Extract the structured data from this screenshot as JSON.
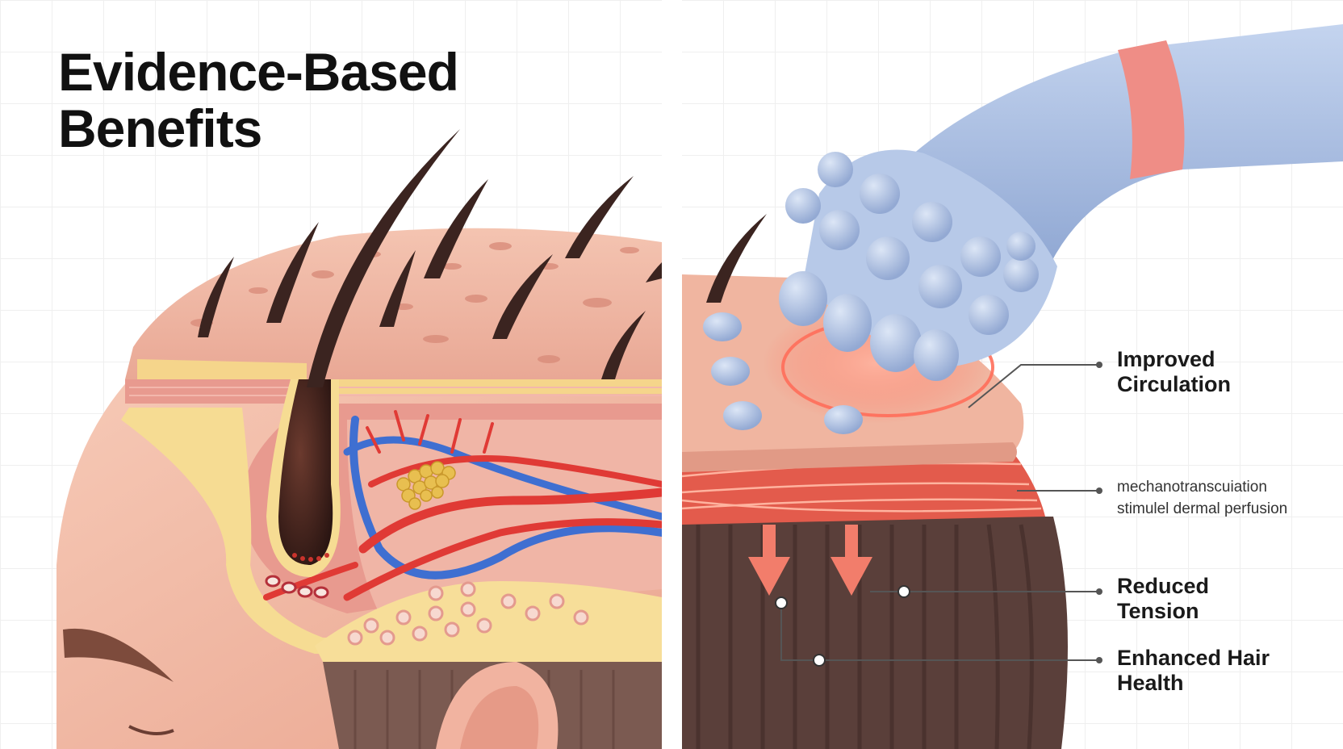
{
  "title": {
    "line1": "Evidence-Based",
    "line2": "Benefits"
  },
  "callouts": [
    {
      "id": "improved-circulation",
      "line1": "Improved",
      "line2": "Circulation"
    },
    {
      "id": "mechanotransduction-note",
      "line1": "mechanotranscuiation",
      "line2": "stimulel dermal perfusion"
    },
    {
      "id": "reduced-tension",
      "line1": "Reduced",
      "line2": "Tension"
    },
    {
      "id": "enhanced-hair-health",
      "line1": "Enhanced Hair",
      "line2": "Health"
    }
  ],
  "colors": {
    "skin": "#f1b7a3",
    "skin_top": "#efbaa6",
    "dermis": "#e89a8f",
    "fat_layer": "#f6dc93",
    "hair": "#3b2420",
    "artery": "#e03a35",
    "vein": "#3f6fd1",
    "massager": "#a9bfe3",
    "massager_band": "#ef8d86",
    "glow": "#ff6e5a",
    "muscle": "#5a3f3a",
    "arrow": "#f27d6b",
    "leader": "#555555"
  },
  "icons": {
    "left_panel": "scalp-cross-section-illustration",
    "right_panel": "scalp-massager-illustration"
  }
}
